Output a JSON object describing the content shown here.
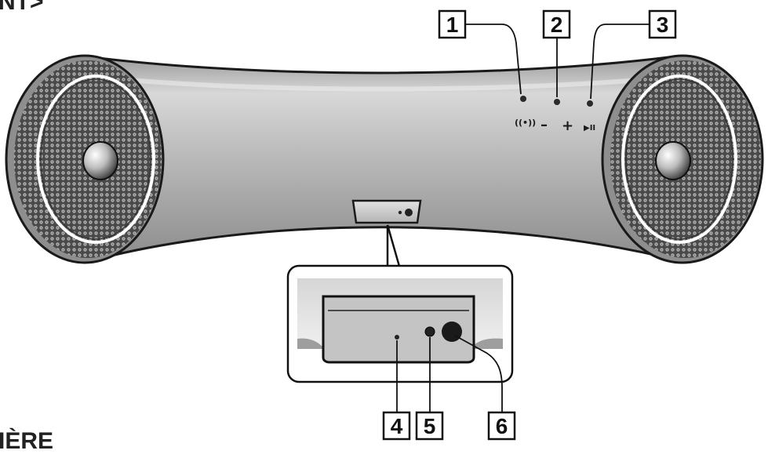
{
  "headers": {
    "top_fragment": "NT>",
    "bottom_fragment": "IÈRE"
  },
  "callouts": [
    "1",
    "2",
    "3",
    "4",
    "5",
    "6"
  ],
  "control_symbols": {
    "wireless": "((•))",
    "volume_down": "–",
    "volume_up": "+",
    "play_pause": "▶II"
  }
}
